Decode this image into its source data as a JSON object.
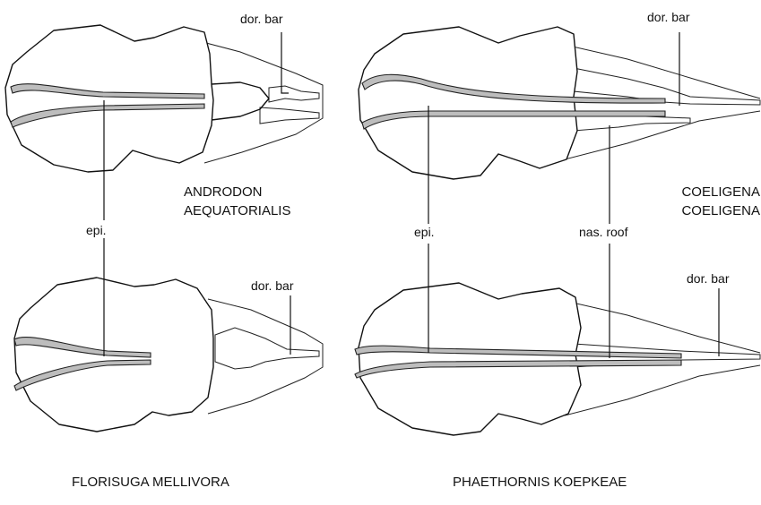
{
  "labels": {
    "dor_bar": "dor. bar",
    "epi": "epi.",
    "nas_roof": "nas. roof"
  },
  "species": {
    "top_left": [
      "ANDRODON",
      "AEQUATORIALIS"
    ],
    "top_right": [
      "COELIGENA",
      "COELIGENA"
    ],
    "bottom_left": "FLORISUGA MELLIVORA",
    "bottom_right": "PHAETHORNIS KOEPKEAE"
  },
  "colors": {
    "ink": "#111111",
    "rod_fill": "#bdbdbd",
    "paper": "#ffffff"
  }
}
